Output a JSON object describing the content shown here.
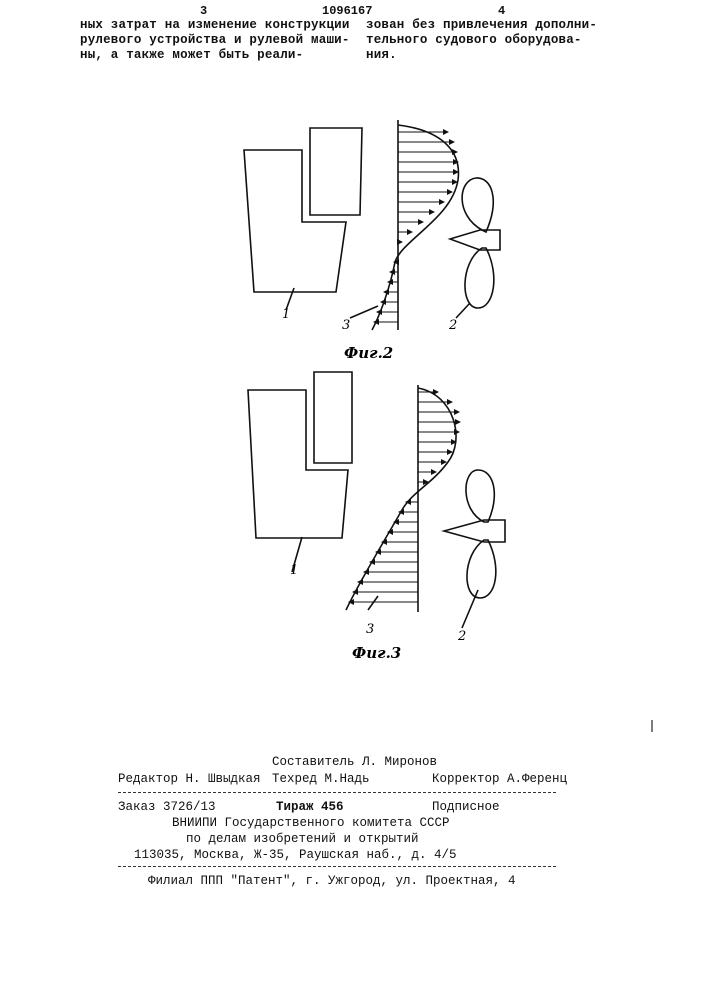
{
  "header": {
    "page_left": "3",
    "doc_number": "1096167",
    "page_right": "4"
  },
  "body_text": {
    "left_lines": [
      "ных затрат на изменение конструкции",
      "рулевого устройства и рулевой маши-",
      "ны, а также может быть реали-"
    ],
    "right_lines": [
      "зован без привлечения дополни-",
      "тельного судового оборудова-",
      "ния."
    ]
  },
  "figures": {
    "fig2": {
      "caption": "Фиг.2",
      "labels": [
        "1",
        "2",
        "3"
      ]
    },
    "fig3": {
      "caption": "Фиг.3",
      "labels": [
        "1",
        "2",
        "3"
      ]
    }
  },
  "imprint": {
    "compiler": "Составитель Л. Миронов",
    "editor": "Редактор Н. Швыдкая",
    "techred": "Техред М.Надь",
    "corrector": "Корректор А.Ференц",
    "order": "Заказ 3726/13",
    "circulation": "Тираж 456",
    "subscription": "Подписное",
    "org1": "ВНИИПИ Государственного комитета СССР",
    "org2": "по делам изобретений и открытий",
    "address": "113035, Москва, Ж-35, Раушская наб., д. 4/5",
    "branch": "Филиал ППП \"Патент\", г. Ужгород, ул. Проектная, 4"
  }
}
